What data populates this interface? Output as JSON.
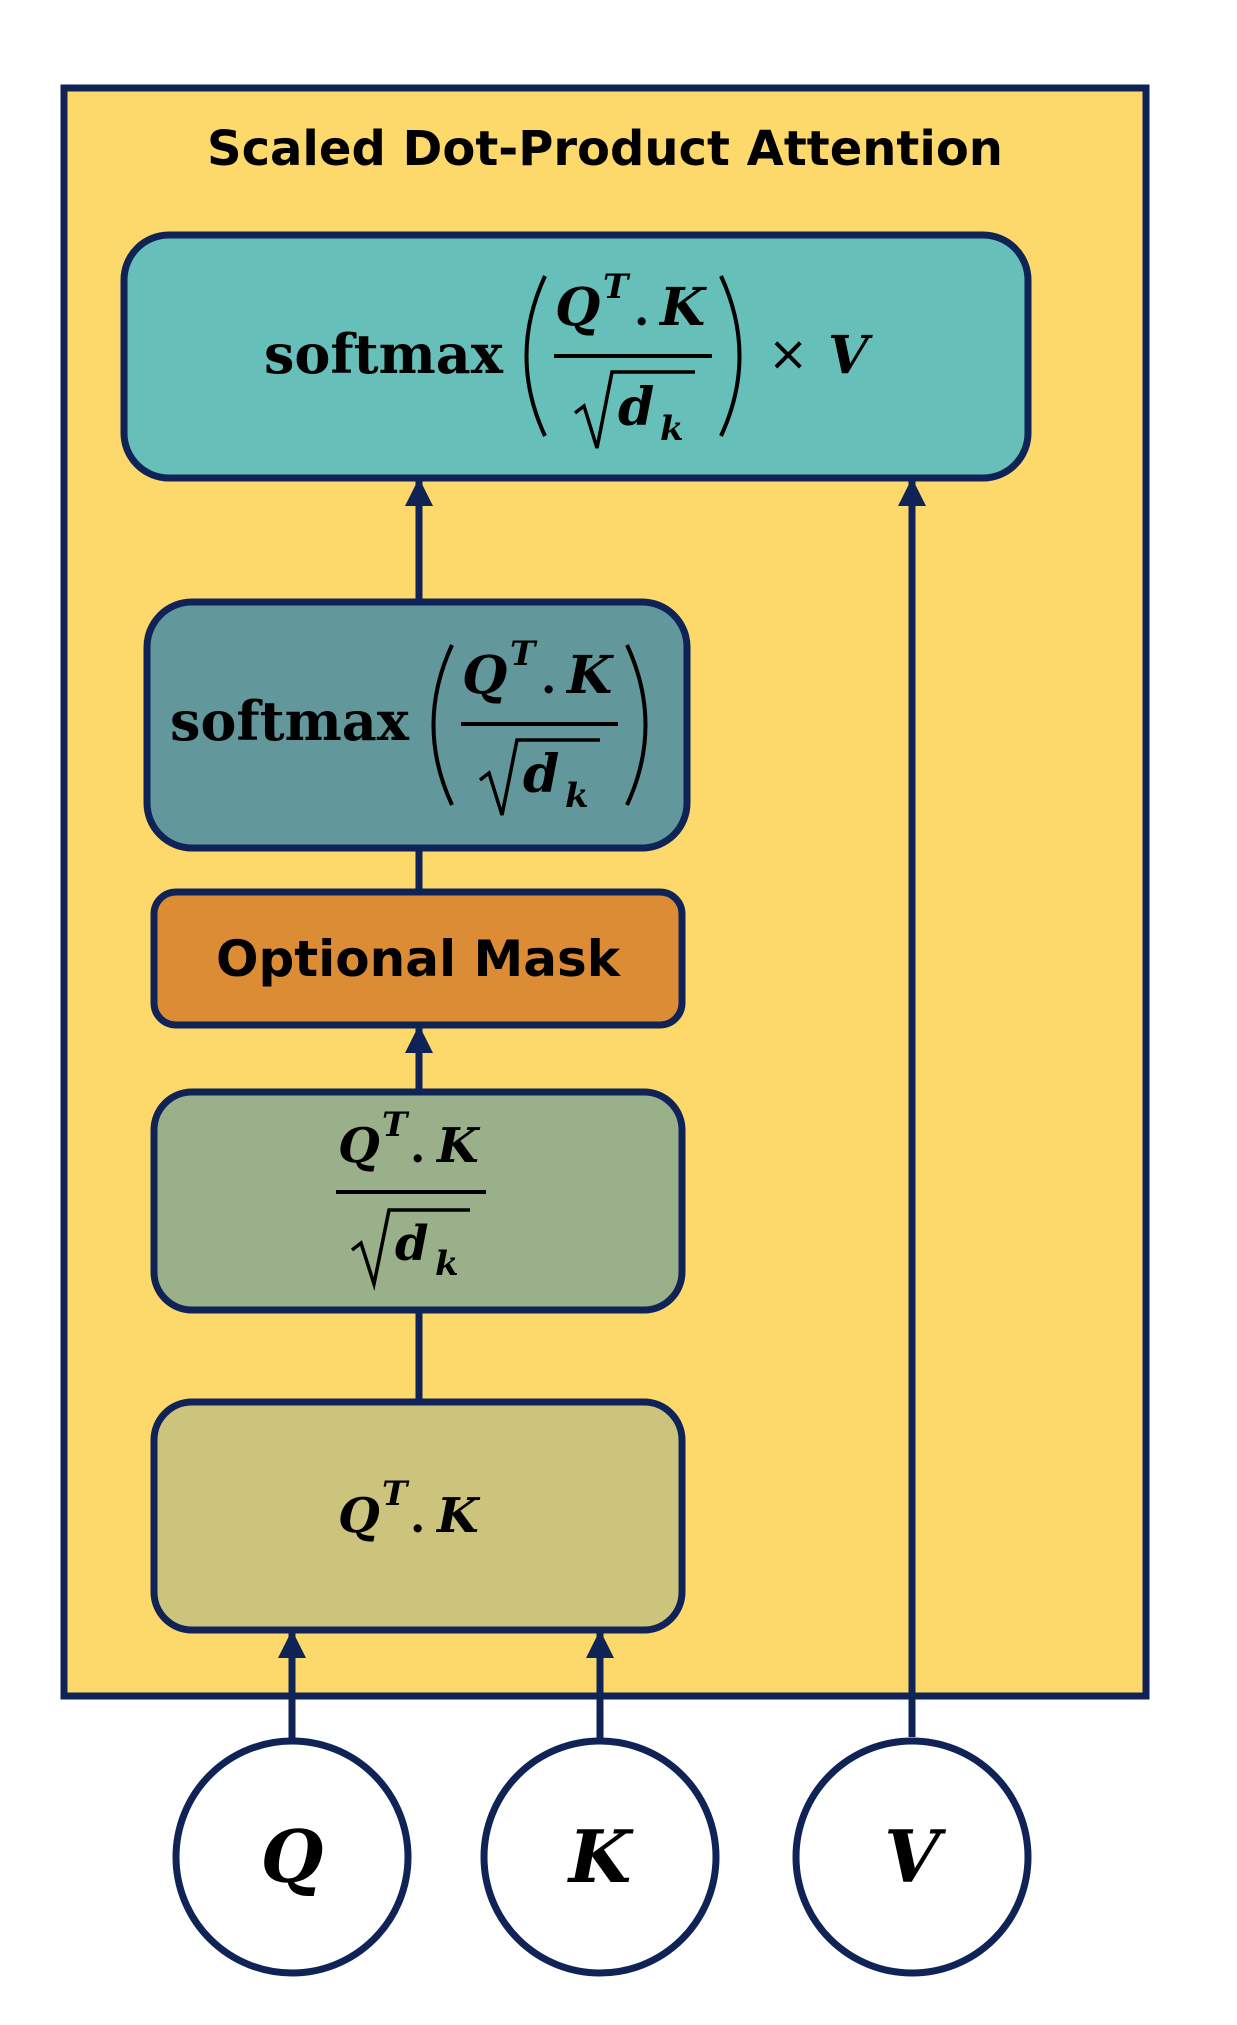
{
  "diagram": {
    "title": "Scaled Dot-Product Attention",
    "nodes": {
      "final_output": {
        "function": "softmax",
        "numerator_base": "Q",
        "numerator_sup": "T",
        "numerator_op": ".",
        "numerator_var": "K",
        "denominator_var": "d",
        "denominator_sub": "k",
        "multiply_op": "×",
        "multiply_var": "V"
      },
      "softmax": {
        "function": "softmax",
        "numerator_base": "Q",
        "numerator_sup": "T",
        "numerator_op": ".",
        "numerator_var": "K",
        "denominator_var": "d",
        "denominator_sub": "k"
      },
      "mask": {
        "label": "Optional Mask"
      },
      "scale": {
        "numerator_base": "Q",
        "numerator_sup": "T",
        "numerator_op": ".",
        "numerator_var": "K",
        "denominator_var": "d",
        "denominator_sub": "k"
      },
      "dot_product": {
        "base": "Q",
        "sup": "T",
        "op": ".",
        "var": "K"
      }
    },
    "inputs": [
      {
        "id": "q",
        "label": "Q"
      },
      {
        "id": "k",
        "label": "K"
      },
      {
        "id": "v",
        "label": "V"
      }
    ],
    "colors": {
      "background": "#FCD96A",
      "outline": "#0F2356",
      "final_output": "#66BFB8",
      "softmax": "#62979B",
      "mask": "#DC8C34",
      "scale": "#9AB08A",
      "dot_product": "#CCC47C",
      "input": "#FFFFFF"
    }
  }
}
